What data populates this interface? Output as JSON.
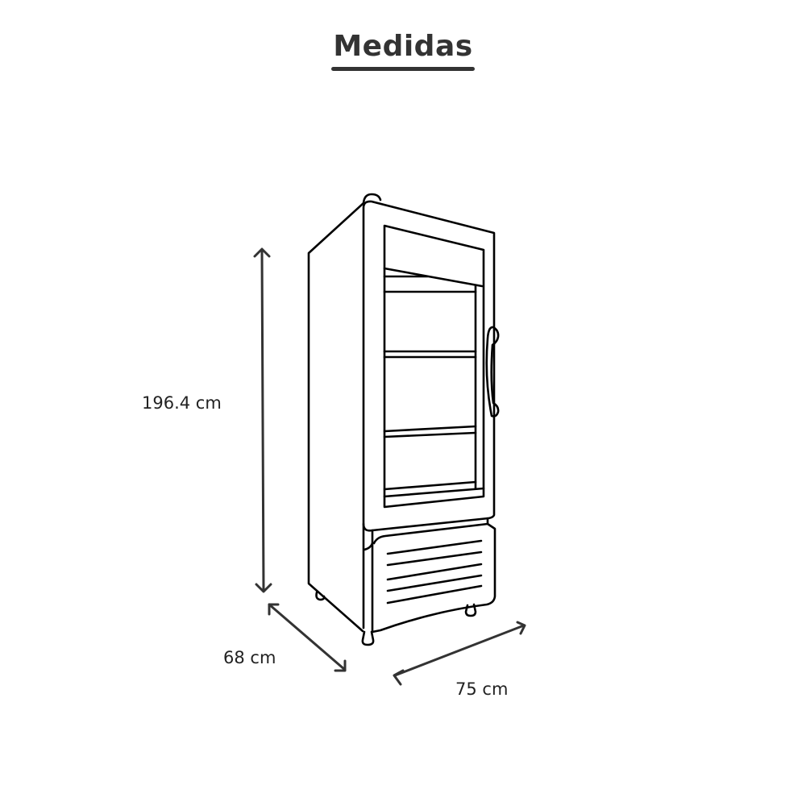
{
  "header": {
    "title": "Medidas"
  },
  "dimensions": {
    "height": {
      "value": 196.4,
      "unit": "cm",
      "label": "196.4 cm"
    },
    "depth": {
      "value": 68,
      "unit": "cm",
      "label": "68 cm"
    },
    "width": {
      "value": 75,
      "unit": "cm",
      "label": "75 cm"
    }
  },
  "illustration": {
    "subject": "single-glass-door-vertical-display-refrigerator",
    "shelves_visible": 3,
    "grille_slats": 5,
    "feet_visible": 3,
    "line_color": "#000000",
    "dimension_line_color": "#333333"
  }
}
